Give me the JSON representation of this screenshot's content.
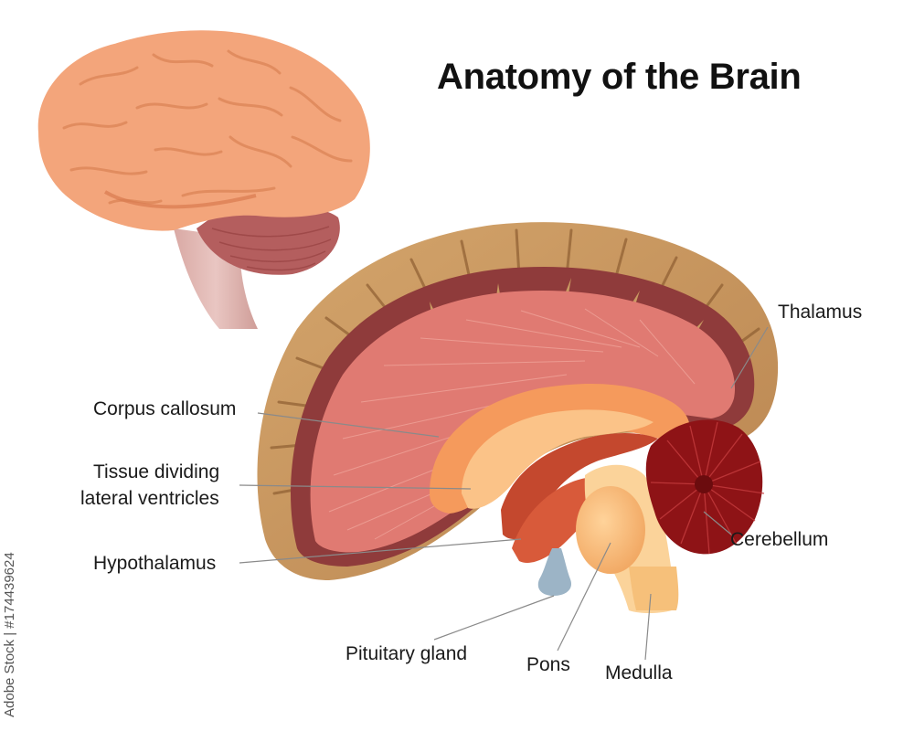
{
  "title": "Anatomy of the Brain",
  "labels": {
    "thalamus": "Thalamus",
    "corpus_callosum": "Corpus callosum",
    "tissue_dividing_line1": "Tissue dividing",
    "tissue_dividing_line2": "lateral ventricles",
    "hypothalamus": "Hypothalamus",
    "cerebellum": "Cerebellum",
    "pituitary_gland": "Pituitary gland",
    "pons": "Pons",
    "medulla": "Medulla"
  },
  "stock_credit": "Adobe Stock | #174439624",
  "colors": {
    "cortex_outer": "#c99a62",
    "grey_matter": "#8f3b3b",
    "white_matter": "#e07a72",
    "cerebellum": "#8e1316",
    "brain_exterior": "#f3a57b",
    "pituitary": "#9cb4c6"
  }
}
